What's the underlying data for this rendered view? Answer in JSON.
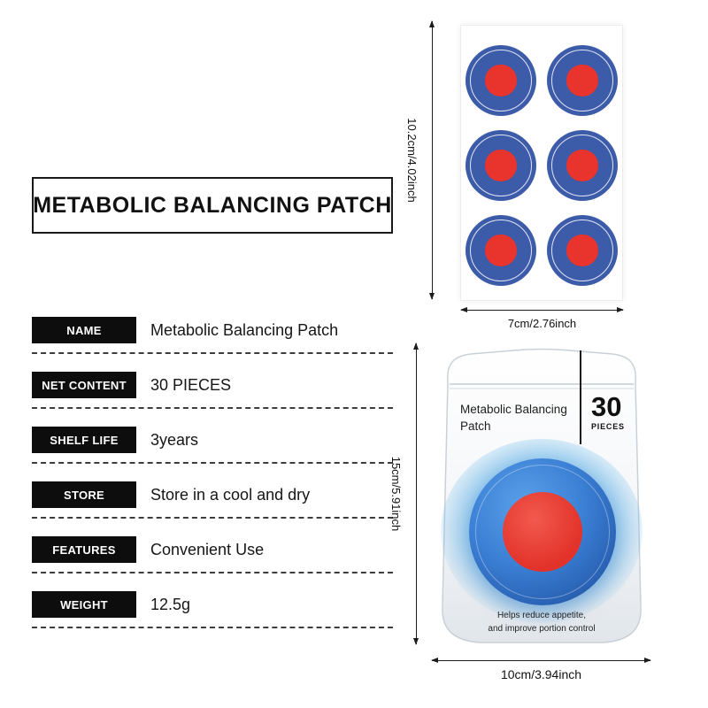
{
  "title": "METABOLIC BALANCING PATCH",
  "specs": {
    "rows": [
      {
        "label": "NAME",
        "value": "Metabolic Balancing Patch"
      },
      {
        "label": "NET CONTENT",
        "value": "30 PIECES"
      },
      {
        "label": "SHELF LIFE",
        "value": "3years"
      },
      {
        "label": "STORE",
        "value": "Store in a cool and dry"
      },
      {
        "label": "FEATURES",
        "value": "Convenient Use"
      },
      {
        "label": "WEIGHT",
        "value": "12.5g"
      }
    ]
  },
  "sheet": {
    "patch_rows": 3,
    "patch_cols": 2,
    "height_label": "10.2cm/4.02inch",
    "width_label": "7cm/2.76inch"
  },
  "pouch": {
    "title": "Metabolic Balancing Patch",
    "count": "30",
    "count_unit": "PIECES",
    "tagline_line1": "Helps reduce appetite,",
    "tagline_line2": "and improve portion control",
    "height_label": "15cm/5.91inch",
    "width_label": "10cm/3.94inch"
  },
  "colors": {
    "patch_blue": "#3c5ba9",
    "patch_red": "#e8342c",
    "glow_blue": "#2f9de5",
    "label_black": "#0d0d0d"
  }
}
